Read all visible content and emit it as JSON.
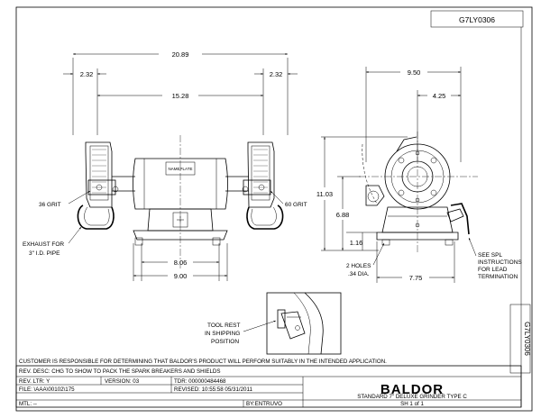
{
  "drawing_number": "G7LY0306",
  "drawing_number_side": "G7LY0306",
  "front_view": {
    "dim_overall": "20.89",
    "dim_left_guard": "2.32",
    "dim_right_guard": "2.32",
    "dim_between": "15.28",
    "dim_base_inner": "8.06",
    "dim_base_outer": "9.00",
    "label_left_grit": "36 GRIT",
    "label_right_grit": "60 GRIT",
    "label_exhaust_1": "EXHAUST FOR",
    "label_exhaust_2": "3\" I.D. PIPE",
    "nameplate": "NAMEPLATE"
  },
  "side_view": {
    "dim_depth": "9.50",
    "dim_shaft": "4.25",
    "dim_height": "11.03",
    "dim_center": "6.88",
    "dim_base": "1.16",
    "dim_base_width": "7.75",
    "label_holes_1": "2 HOLES",
    "label_holes_2": ".34 DIA.",
    "label_spl_1": "SEE SPL",
    "label_spl_2": "INSTRUCTIONS",
    "label_spl_3": "FOR LEAD",
    "label_spl_4": "TERMINATION"
  },
  "detail": {
    "label_1": "TOOL REST",
    "label_2": "IN SHIPPING",
    "label_3": "POSITION"
  },
  "notice": "CUSTOMER IS RESPONSIBLE FOR DETERMINING THAT BALDOR'S PRODUCT WILL PERFORM SUITABLY IN THE INTENDED APPLICATION.",
  "title_block": {
    "rev_desc": "REV. DESC: CHG TO SHOW TO PACK THE SPARK BREAKERS AND SHIELDS",
    "rev_ltr": "REV. LTR: Y",
    "version": "VERSION: 03",
    "tdr": "TDR: 000000484468",
    "file": "FILE: \\AAA\\00102\\175",
    "revised": "REVISED: 10:55:58 05/31/2011",
    "mtl": "MTL: --",
    "by": "BY:ENTRUVO",
    "logo": "BALDOR",
    "title": "STANDARD   7\" DELUXE GRINDER   TYPE C",
    "sheet": "SH 1 of 1"
  }
}
